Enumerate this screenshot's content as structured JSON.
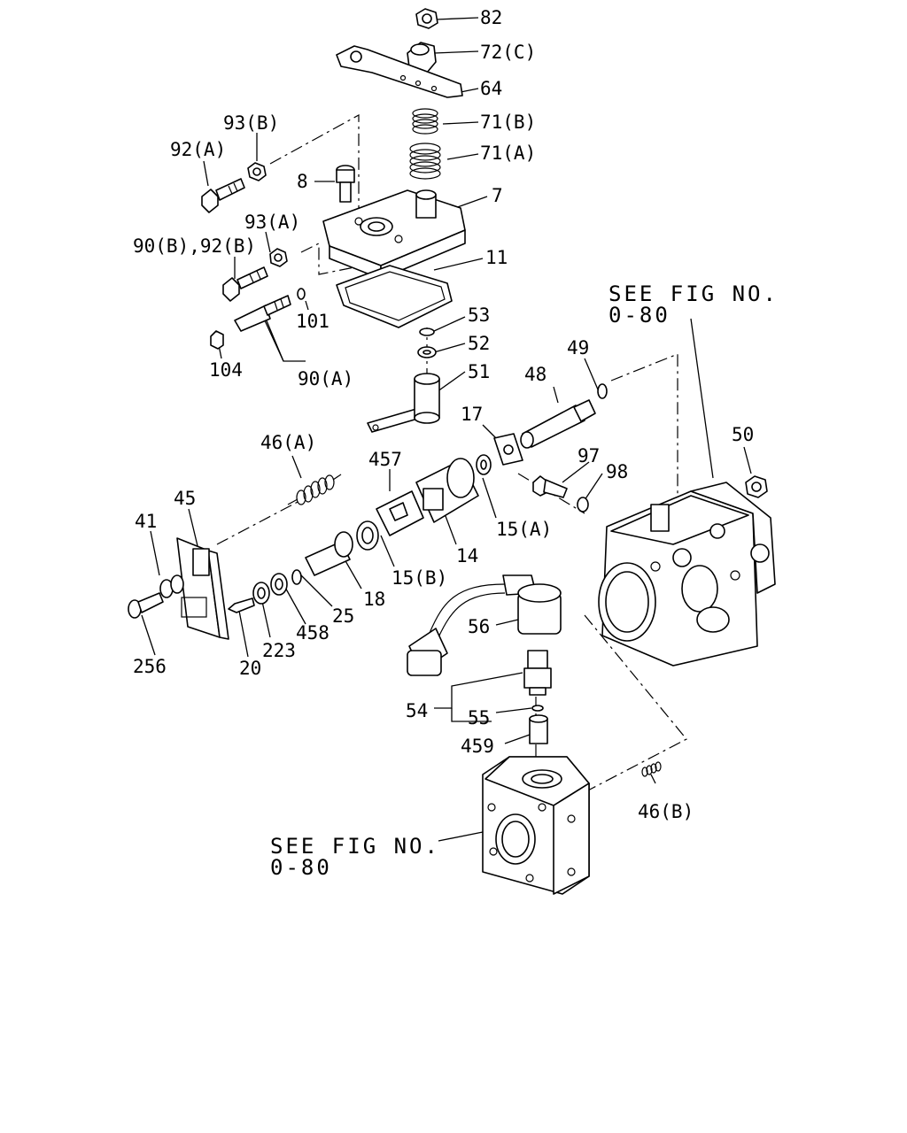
{
  "diagram": {
    "see_fig_note_top": {
      "line1": "SEE FIG NO.",
      "line2": "0-80"
    },
    "see_fig_note_bottom": {
      "line1": "SEE FIG NO.",
      "line2": "0-80"
    },
    "part_labels": {
      "p82": "82",
      "p72c": "72(C)",
      "p64": "64",
      "p71b": "71(B)",
      "p71a": "71(A)",
      "p93b": "93(B)",
      "p92a": "92(A)",
      "p8": "8",
      "p7": "7",
      "p93a": "93(A)",
      "p90b92b": "90(B),92(B)",
      "p11": "11",
      "p101": "101",
      "p104": "104",
      "p90a": "90(A)",
      "p53": "53",
      "p52": "52",
      "p51": "51",
      "p49": "49",
      "p48": "48",
      "p17": "17",
      "p50": "50",
      "p46a": "46(A)",
      "p457": "457",
      "p97": "97",
      "p98": "98",
      "p45": "45",
      "p41": "41",
      "p15a": "15(A)",
      "p14": "14",
      "p15b": "15(B)",
      "p18": "18",
      "p25": "25",
      "p458": "458",
      "p223": "223",
      "p20": "20",
      "p256": "256",
      "p56": "56",
      "p54": "54",
      "p55": "55",
      "p459": "459",
      "p46b": "46(B)"
    }
  }
}
